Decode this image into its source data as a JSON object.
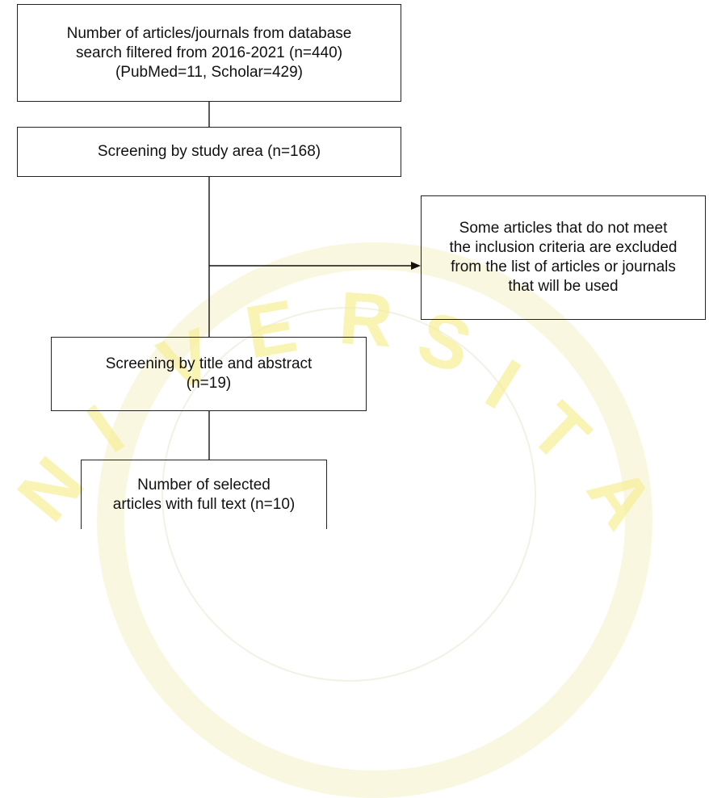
{
  "flowchart": {
    "boxes": {
      "initial_search": "Number of articles/journals from database\nsearch filtered from 2016-2021 (n=440)\n(PubMed=11, Scholar=429)",
      "study_area": "Screening by study area (n=168)",
      "excluded": "Some articles that do not meet\nthe inclusion criteria are excluded\nfrom the list of articles or journals\nthat will be used",
      "title_abstract": "Screening by title and abstract\n(n=19)",
      "full_text": "Number of selected\narticles with full text (n=10)"
    }
  },
  "watermark": {
    "letters": [
      "V",
      "E",
      "R",
      "S",
      "I",
      "T",
      "A",
      "I",
      "N"
    ],
    "colors": {
      "letters": "#f7ef9c",
      "ring": "#f6f0c8"
    }
  },
  "colors": {
    "line": "#222222",
    "text": "#111111",
    "background": "#ffffff"
  }
}
